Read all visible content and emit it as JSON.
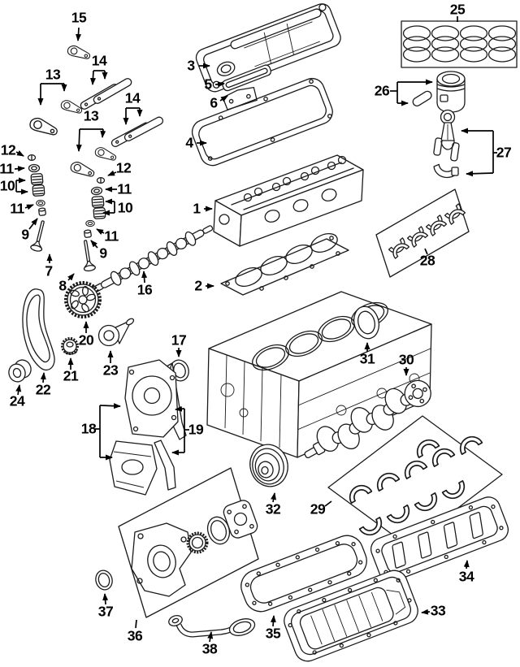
{
  "diagram": {
    "kind": "exploded-engine-parts-diagram",
    "background_color": "#ffffff",
    "line_color": "#1a1a1a",
    "label_color": "#000000",
    "labels": {
      "l1": "1",
      "l2": "2",
      "l3": "3",
      "l4": "4",
      "l5": "5",
      "l6": "6",
      "l7": "7",
      "l8": "8",
      "l9a": "9",
      "l9b": "9",
      "l10a": "10",
      "l10b": "10",
      "l11a": "11",
      "l11b": "11",
      "l11c": "11",
      "l11d": "11",
      "l12a": "12",
      "l12b": "12",
      "l13a": "13",
      "l13b": "13",
      "l14a": "14",
      "l14b": "14",
      "l15": "15",
      "l16": "16",
      "l17": "17",
      "l18": "18",
      "l19": "19",
      "l20": "20",
      "l21": "21",
      "l22": "22",
      "l23": "23",
      "l24": "24",
      "l25": "25",
      "l26": "26",
      "l27": "27",
      "l28": "28",
      "l29": "29",
      "l30": "30",
      "l31": "31",
      "l32": "32",
      "l33": "33",
      "l34": "34",
      "l35": "35",
      "l36": "36",
      "l37": "37",
      "l38": "38"
    }
  }
}
